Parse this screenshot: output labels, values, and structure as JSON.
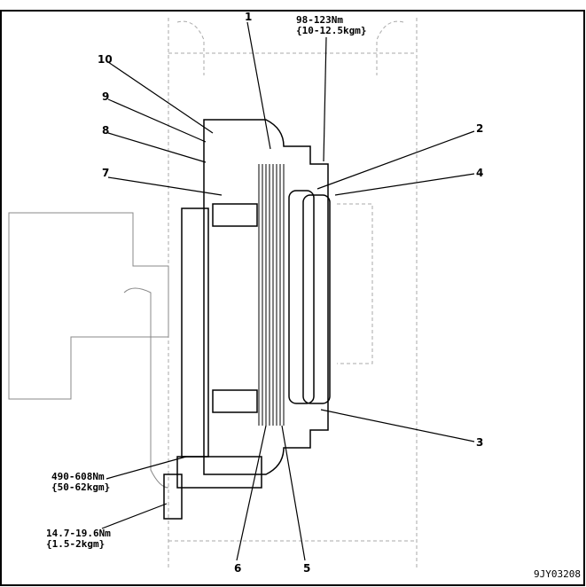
{
  "callouts": [
    "1",
    "2",
    "3",
    "4",
    "5",
    "6",
    "7",
    "8",
    "9",
    "10"
  ],
  "torques": {
    "top": {
      "line1": "98-123Nm",
      "line2": "{10-12.5kgm}"
    },
    "mid": {
      "line1": "490-608Nm",
      "line2": "{50-62kgm}"
    },
    "low": {
      "line1": "14.7-19.6Nm",
      "line2": "{1.5-2kgm}"
    }
  },
  "figure_id": "9JY03208"
}
